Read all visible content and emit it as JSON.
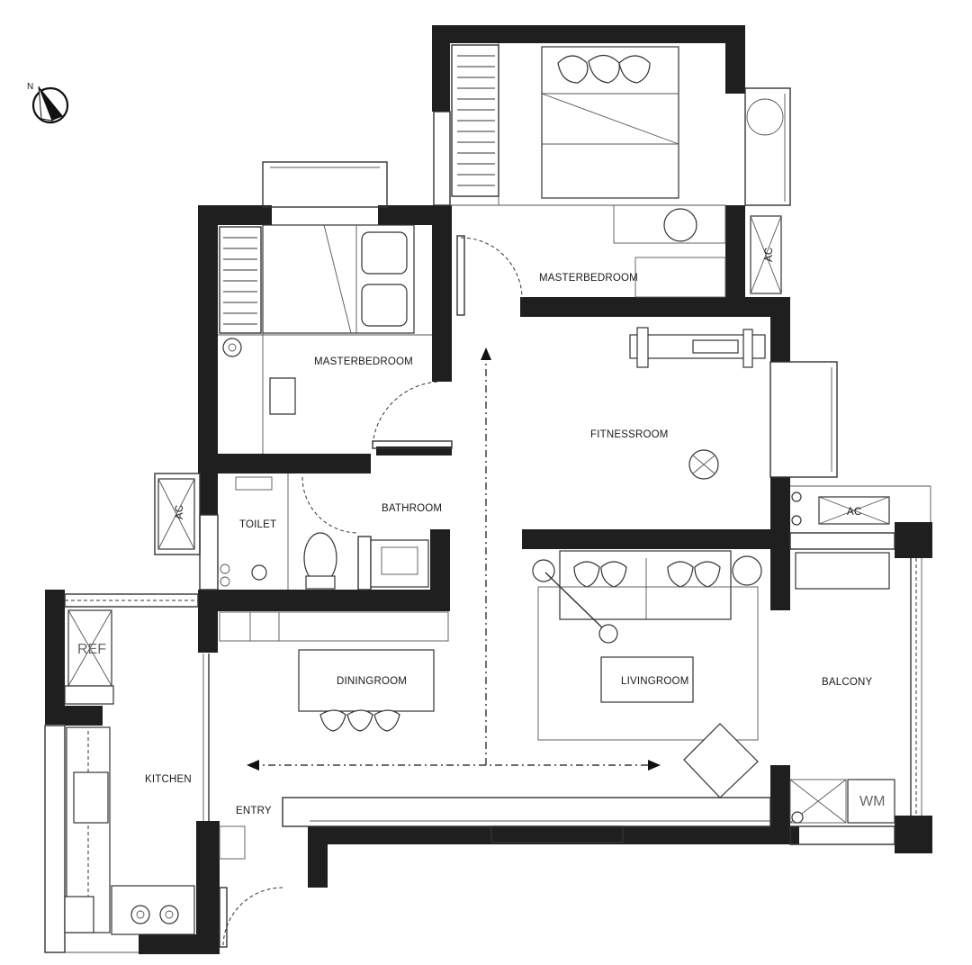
{
  "plan": {
    "compass": {
      "icon": "north-arrow-icon",
      "letter": "N"
    },
    "rooms": {
      "master_bedroom_top": "MASTERBEDROOM",
      "master_bedroom_left": "MASTERBEDROOM",
      "fitness_room": "FITNESSROOM",
      "bathroom": "BATHROOM",
      "toilet": "TOILET",
      "dining_room": "DININGROOM",
      "living_room": "LIVINGROOM",
      "balcony": "BALCONY",
      "kitchen": "KITCHEN",
      "entry": "ENTRY"
    },
    "appliances": {
      "ac_top_right": "AC",
      "ac_left": "AC",
      "ac_balcony": "AC",
      "refrigerator": "REF",
      "washing_machine": "WM"
    }
  }
}
